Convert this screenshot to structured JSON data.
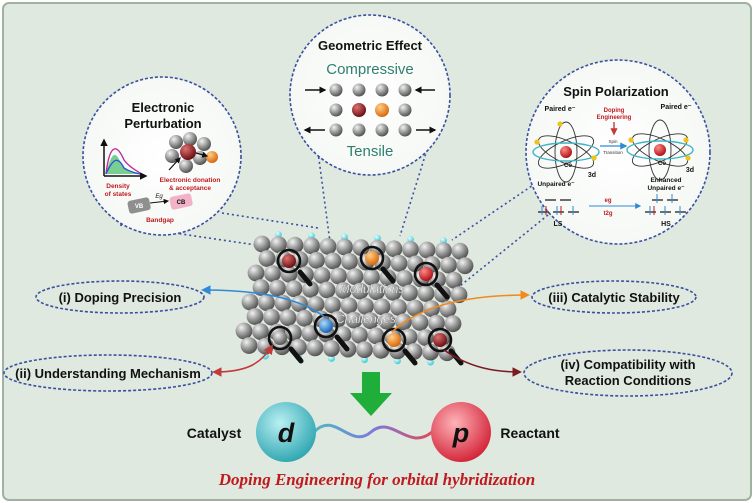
{
  "panels": {
    "electronic": {
      "title_line1": "Electronic",
      "title_line2": "Perturbation",
      "dos_label_line1": "Density",
      "dos_label_line2": "of states",
      "donation_line1": "Electronic donation",
      "donation_line2": "& acceptance",
      "vb": "VB",
      "eg": "Eg",
      "cb": "CB",
      "bandgap": "Bandgap"
    },
    "geometric": {
      "title": "Geometric Effect",
      "compressive": "Compressive",
      "tensile": "Tensile"
    },
    "spin": {
      "title": "Spin Polarization",
      "paired_left": "Paired e⁻",
      "paired_right": "Paired e⁻",
      "doping_line1": "Doping",
      "doping_line2": "Engineering",
      "spin_transition_line1": "Spin",
      "spin_transition_line2": "Transition",
      "co_left": "Co",
      "co_right": "Co",
      "three_d_left": "3d",
      "three_d_right": "3d",
      "unpaired": "Unpaired e⁻",
      "enhanced_line1": "Enhanced",
      "enhanced_line2": "Unpaired e⁻",
      "ls": "LS",
      "hs": "HS",
      "eg_level": "eg",
      "t2g_level": "t2g"
    }
  },
  "lattice": {
    "modulations": "Modulations",
    "challenges": "Challenges"
  },
  "challenges": [
    "(i) Doping Precision",
    "(ii) Understanding Mechanism",
    "(iii) Catalytic Stability",
    "(iv) Compatibility with",
    "Reaction Conditions"
  ],
  "hybridization": {
    "catalyst": "Catalyst",
    "reactant": "Reactant",
    "d_orbital": "d",
    "p_orbital": "p",
    "caption": "Doping Engineering for orbital hybridization"
  },
  "colors": {
    "background": "#dfe9df",
    "border": "#9fb19f",
    "dashed_blue": "#3a4fa0",
    "geometric_accent": "#2f7f6f",
    "caption_red": "#c0191e",
    "green_arrow": "#1fae3a",
    "d_orbital": "#3bb3bd",
    "p_orbital": "#e3384a",
    "dopant_dark_red": "#8a1f24",
    "dopant_orange": "#f08a1c",
    "dopant_red": "#d8262b",
    "dopant_blue": "#2f8ad6",
    "atom_gray": "#8e8e8e",
    "atom_cyan": "#7fe0ea"
  }
}
